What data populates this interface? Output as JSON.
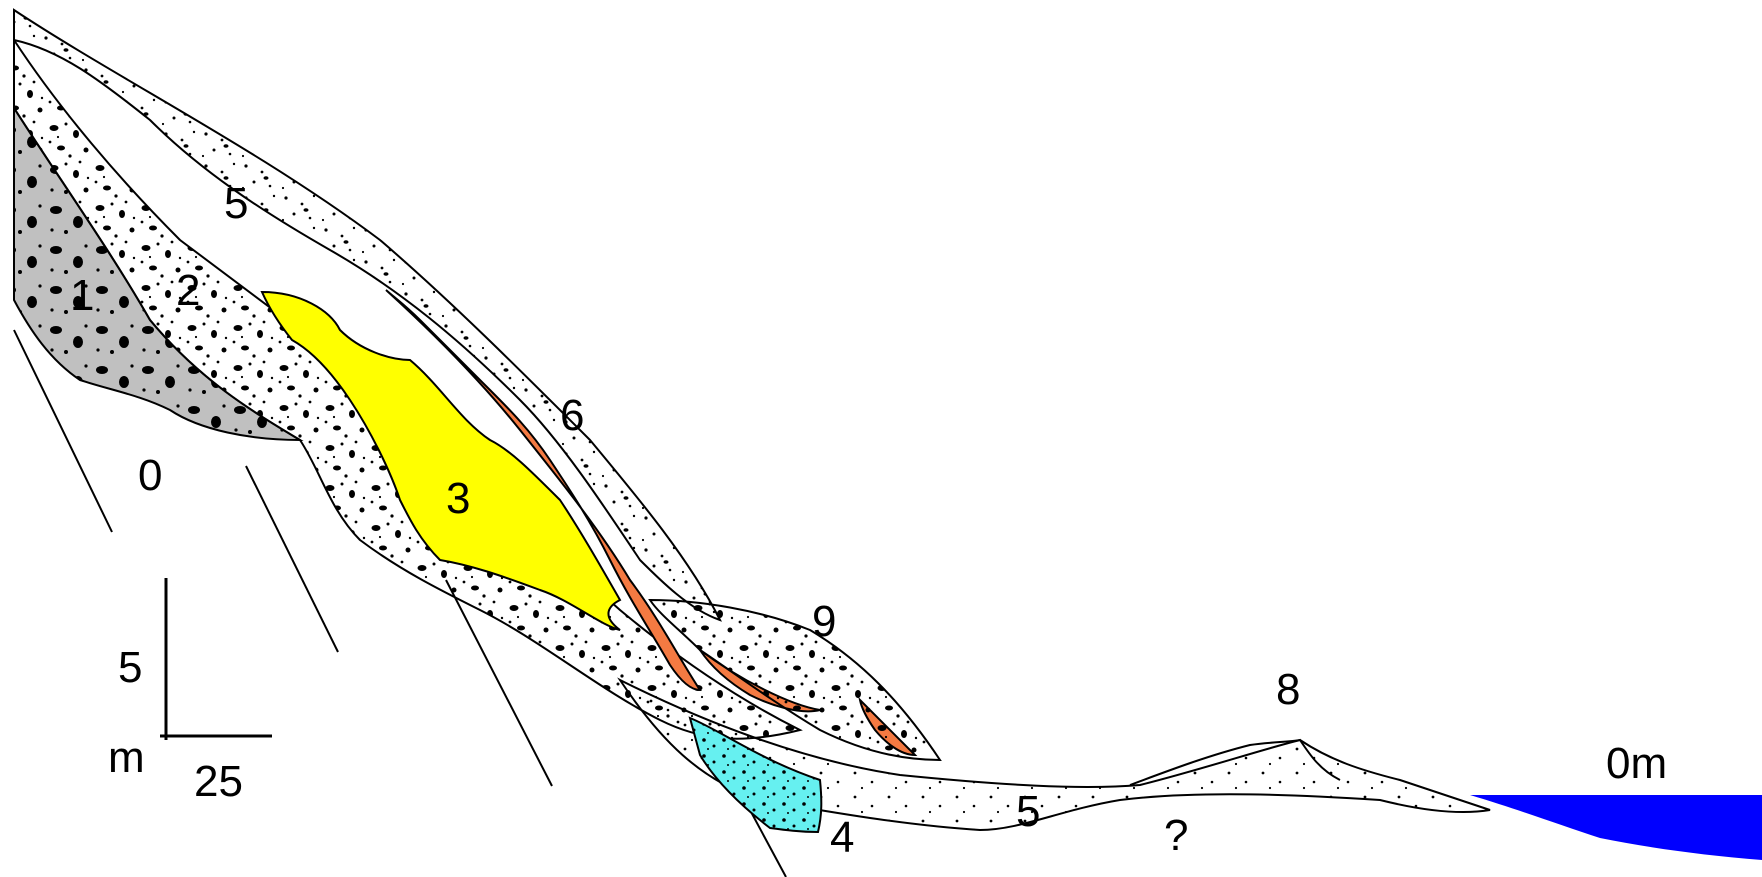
{
  "diagram": {
    "unit_labels": {
      "unit_0": "0",
      "unit_1": "1",
      "unit_2": "2",
      "unit_3": "3",
      "unit_4": "4",
      "unit_5_upper": "5",
      "unit_5_lower": "5",
      "unit_6": "6",
      "unit_8": "8",
      "unit_9": "9",
      "uncertain": "?",
      "sea_level": "0m"
    },
    "scale_bar": {
      "vertical_value": "5",
      "horizontal_value": "25",
      "unit": "m"
    },
    "colors": {
      "unit_1_fill": "#c0c0c0",
      "unit_3_fill": "#ffff00",
      "unit_4_fill": "#66f0f0",
      "unit_6_fill": "#f47a42",
      "sea_fill": "#0000ff",
      "line": "#000000"
    }
  }
}
